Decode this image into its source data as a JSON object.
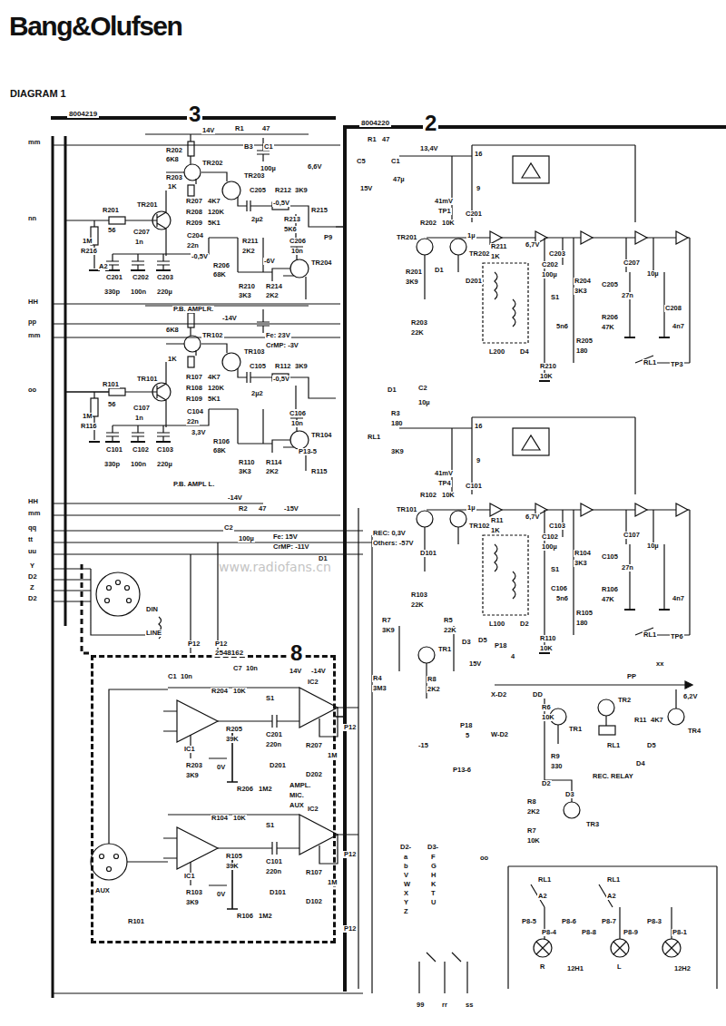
{
  "diagram": {
    "title": "Bang&Olufsen",
    "nodes": [
      {
        "text": [
          "8004219",
          "3"
        ]
      },
      {
        "text": [
          "8004220",
          "2"
        ]
      },
      {
        "text": [
          "2548162",
          "8"
        ]
      }
    ],
    "edges": [
      {
        "from": 0,
        "to": 1,
        "arrow": "none"
      },
      {
        "from": 2,
        "to": 1,
        "arrow": "none"
      }
    ],
    "labels": [
      "DIAGRAM 1",
      "mm",
      "nn",
      "HH",
      "pp",
      "mm",
      "oo",
      "HH",
      "mm",
      "qq",
      "tt",
      "uu",
      "Y",
      "D2",
      "Z",
      "D2",
      "14V",
      "R1",
      "47",
      "B3",
      "C1",
      "100µ",
      "6,6V",
      "R202",
      "6K8",
      "TR202",
      "R203",
      "1K",
      "TR203",
      "R207",
      "4K7",
      "R208",
      "120K",
      "R209",
      "5K1",
      "C205",
      "2µ2",
      "R212",
      "3K9",
      "-0,5V",
      "R213",
      "5K6",
      "C206",
      "10n",
      "R215",
      "P9",
      "R201",
      "56",
      "TR201",
      "C207",
      "1n",
      "1M",
      "R216",
      "A2",
      "C204",
      "22n",
      "-0,5V",
      "R206",
      "68K",
      "R211",
      "2K2",
      "-6V",
      "TR204",
      "R210",
      "3K3",
      "R214",
      "2K2",
      "C201",
      "330p",
      "C202",
      "100n",
      "C203",
      "220µ",
      "P.B. AMPLR.",
      "-14V",
      "6K8",
      "TR102",
      "1K",
      "Fe: 23V",
      "CrMP: -3V",
      "TR103",
      "R107",
      "4K7",
      "R108",
      "120K",
      "R109",
      "5K1",
      "C105",
      "2µ2",
      "R112",
      "3K9",
      "-0,5V",
      "R101",
      "56",
      "TR101",
      "C107",
      "1n",
      "1M",
      "R116",
      "C104",
      "22n",
      "3,3V",
      "R106",
      "68K",
      "C106",
      "10n",
      "TR104",
      "P13-5",
      "R110",
      "3K3",
      "R114",
      "2K2",
      "R115",
      "C101",
      "330p",
      "C102",
      "100n",
      "C103",
      "220µ",
      "P.B. AMPL L.",
      "-14V",
      "R2",
      "47",
      "-15V",
      "C2",
      "100µ",
      "Fe: 15V",
      "CrMP: -11V",
      "D1",
      "DIN",
      "LINE",
      "P12",
      "P12",
      "C1",
      "10n",
      "C7",
      "10n",
      "14V",
      "-14V",
      "R204",
      "10K",
      "S1",
      "IC2",
      "IC1",
      "R205",
      "39K",
      "C201",
      "220n",
      "R207",
      "1M",
      "D201",
      "D202",
      "R203",
      "3K9",
      "0V",
      "R206",
      "1M2",
      "AMPL.",
      "MIC.",
      "AUX",
      "P12",
      "R104",
      "10K",
      "S1",
      "IC2",
      "IC1",
      "R105",
      "39K",
      "C101",
      "220n",
      "R107",
      "1M",
      "D101",
      "D102",
      "R103",
      "3K9",
      "0V",
      "R106",
      "1M2",
      "AUX",
      "R101",
      "P12",
      "P12",
      "R1",
      "47",
      "C5",
      "C1",
      "47µ",
      "15V",
      "13,4V",
      "16",
      "9",
      "41mV",
      "TP1",
      "R202",
      "10K",
      "C201",
      "1µ",
      "TR201",
      "TR202",
      "D201",
      "D1",
      "R201",
      "3K9",
      "R211",
      "1K",
      "6,7V",
      "C203",
      "C202",
      "100µ",
      "C207",
      "10µ",
      "R204",
      "3K3",
      "C205",
      "27n",
      "S1",
      "5n6",
      "R206",
      "47K",
      "C208",
      "4n7",
      "L200",
      "D4",
      "R203",
      "22K",
      "R205",
      "180",
      "R210",
      "10K",
      "RL1",
      "TP3",
      "D1",
      "C2",
      "10µ",
      "R3",
      "180",
      "RL1",
      "3K9",
      "16",
      "9",
      "41mV",
      "TP4",
      "R102",
      "10K",
      "C101",
      "1µ",
      "TR101",
      "TR102",
      "REC: 0,3V",
      "Others: -57V",
      "D101",
      "R11",
      "1K",
      "6,7V",
      "C103",
      "C102",
      "100µ",
      "C107",
      "10µ",
      "R104",
      "3K3",
      "C105",
      "27n",
      "S1",
      "C106",
      "5n6",
      "R106",
      "47K",
      "4n7",
      "L100",
      "D2",
      "R103",
      "22K",
      "R105",
      "180",
      "R110",
      "10K",
      "RL1",
      "TP6",
      "R7",
      "3K9",
      "R5",
      "22K",
      "TR1",
      "D3",
      "D5",
      "15V",
      "R4",
      "3M3",
      "R8",
      "2K2",
      "P18",
      "4",
      "X-D2",
      "DD",
      "PP",
      "xx",
      "6,2V",
      "R6",
      "10K",
      "TR1",
      "TR2",
      "R11",
      "4K7",
      "TR4",
      "P18",
      "5",
      "W-D2",
      "R9",
      "330",
      "RL1",
      "D5",
      "D4",
      "REC. RELAY",
      "P13-6",
      "-15",
      "D2",
      "D3",
      "TR3",
      "R8",
      "2K2",
      "R7",
      "10K",
      "D2-",
      "a",
      "b",
      "V",
      "W",
      "X",
      "Y",
      "Z",
      "D3-",
      "F",
      "G",
      "H",
      "K",
      "T",
      "U",
      "oo",
      "RL1",
      "A2",
      "RL1",
      "A2",
      "P8-5",
      "P8-4",
      "P8-6",
      "P8-8",
      "P8-7",
      "P8-9",
      "P8-3",
      "P8-1",
      "R",
      "12H1",
      "L",
      "12H2",
      "99",
      "rr",
      "ss",
      "www.radiofans.cn"
    ]
  }
}
